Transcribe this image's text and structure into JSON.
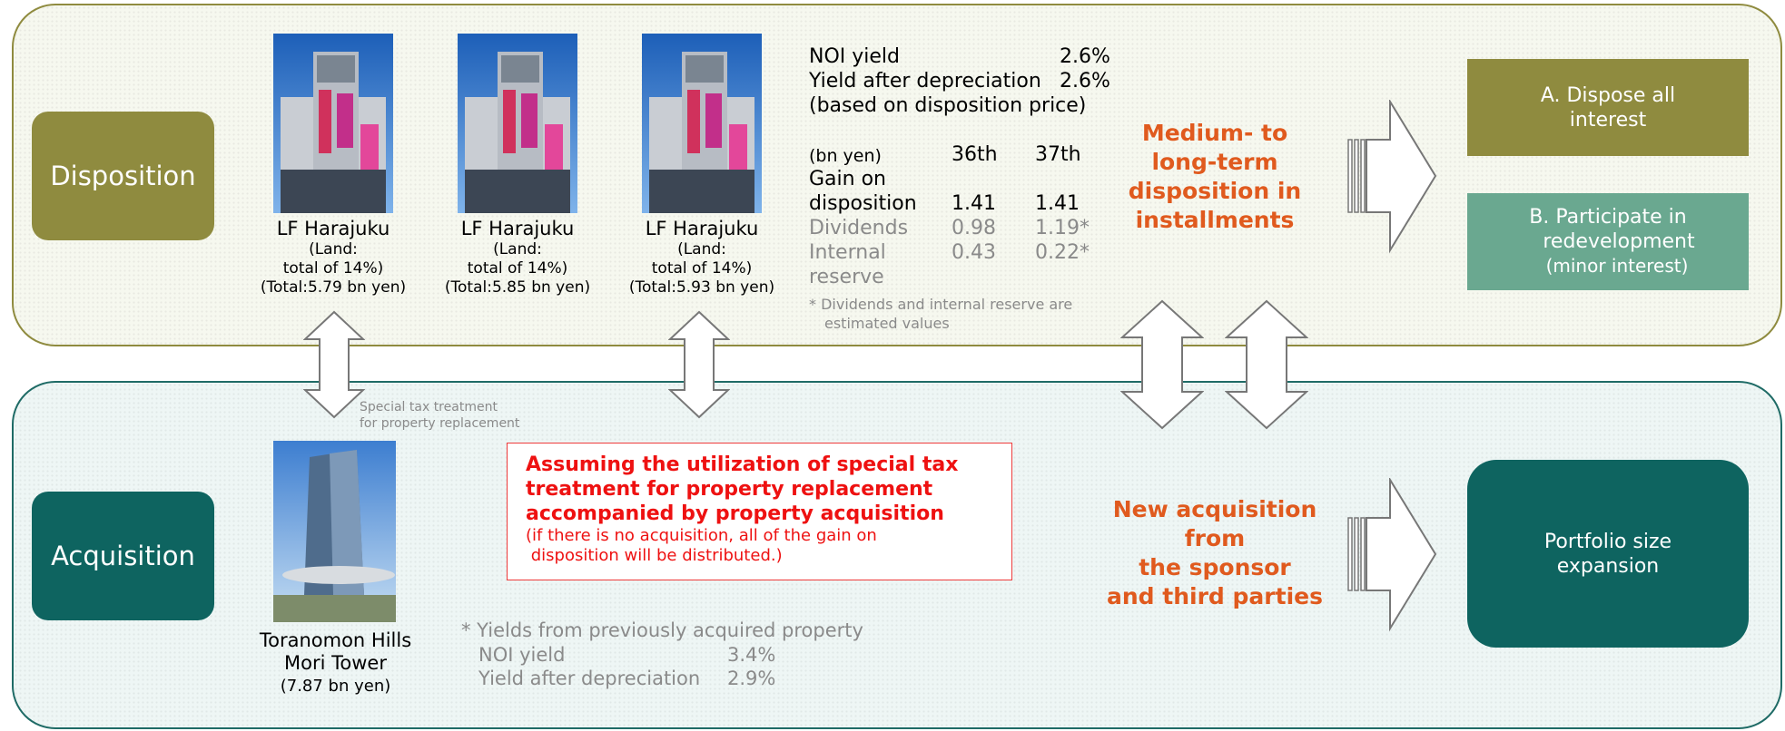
{
  "disposition": {
    "label": "Disposition",
    "properties": [
      {
        "name": "LF Harajuku",
        "land": "(Land:",
        "share": "total of 14%)",
        "total": "(Total:5.79 bn yen)"
      },
      {
        "name": "LF Harajuku",
        "land": "(Land:",
        "share": "total of 14%)",
        "total": "(Total:5.85 bn yen)"
      },
      {
        "name": "LF Harajuku",
        "land": "(Land:",
        "share": "total of 14%)",
        "total": "(Total:5.93 bn yen)"
      }
    ],
    "yields": {
      "noi_label": "NOI yield",
      "noi_value": "2.6%",
      "dep_label": "Yield after depreciation",
      "dep_value": "2.6%",
      "basis": "(based on disposition price)"
    },
    "table": {
      "unit": "(bn yen)",
      "col1": "36th",
      "col2": "37th",
      "rows": [
        {
          "label1": "Gain on",
          "label2": "disposition",
          "v1": "1.41",
          "v2": "1.41"
        },
        {
          "label1": "Dividends",
          "label2": "",
          "v1": "0.98",
          "v2": "1.19*"
        },
        {
          "label1": "Internal",
          "label2": "reserve",
          "v1": "0.43",
          "v2": "0.22*"
        }
      ],
      "note1": "* Dividends and internal reserve are",
      "note2": "estimated values"
    },
    "strategy": [
      "Medium- to",
      "long-term",
      "disposition in",
      "installments"
    ],
    "option_a": [
      "A. Dispose all",
      "interest"
    ],
    "option_b": [
      "B. Participate in",
      "redevelopment",
      "(minor interest)"
    ]
  },
  "tax_note": [
    "Special tax treatment",
    "for property replacement"
  ],
  "acquisition": {
    "label": "Acquisition",
    "property": {
      "name1": "Toranomon Hills",
      "name2": "Mori Tower",
      "price": "(7.87 bn yen)"
    },
    "callout": {
      "bold": [
        "Assuming the utilization of special tax",
        "treatment for property replacement",
        "accompanied by property acquisition"
      ],
      "note": [
        "(if there is no acquisition, all of the gain on",
        " disposition will be distributed.)"
      ]
    },
    "yields": {
      "header": "* Yields from previously acquired property",
      "noi_label": "NOI yield",
      "noi_value": "3.4%",
      "dep_label": "Yield after depreciation",
      "dep_value": "2.9%"
    },
    "strategy": [
      "New acquisition",
      "from",
      "the sponsor",
      "and third parties"
    ],
    "result": [
      "Portfolio size",
      "expansion"
    ]
  },
  "colors": {
    "olive": "#8f8b3f",
    "teal_dark": "#0e6460",
    "teal_light": "#6aa890",
    "orange": "#e05a1e",
    "red": "#ee1111"
  }
}
